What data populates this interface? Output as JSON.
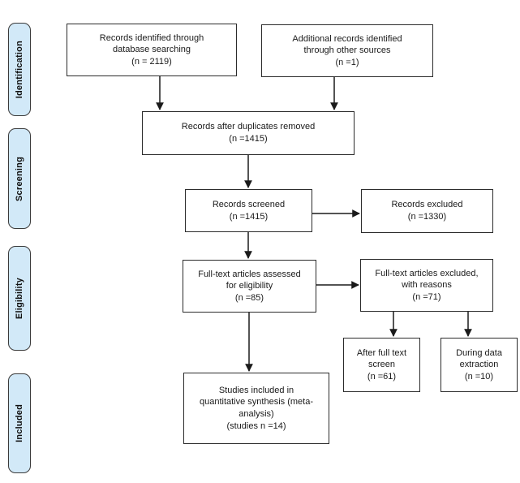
{
  "diagram": {
    "type": "prisma-flow",
    "colors": {
      "stage_fill": "#d2e9f8",
      "stage_border": "#3a3a3a",
      "box_border": "#2b2b2b",
      "text": "#1a1a1a",
      "arrow": "#1a1a1a",
      "background": "#ffffff"
    }
  },
  "sidebar": {
    "stages": [
      {
        "label": "Identification"
      },
      {
        "label": "Screening"
      },
      {
        "label": "Eligibility"
      },
      {
        "label": "Included"
      }
    ]
  },
  "boxes": {
    "database_search": {
      "text": "Records identified through\ndatabase searching\n(n = 2119)"
    },
    "other_sources": {
      "text": "Additional records identified\nthrough other sources\n(n =1)"
    },
    "duplicates_removed": {
      "text": "Records after duplicates removed\n(n =1415)"
    },
    "records_screened": {
      "text": "Records screened\n(n =1415)"
    },
    "records_excluded": {
      "text": "Records excluded\n(n =1330)"
    },
    "fulltext_assessed": {
      "text": "Full-text articles assessed\nfor eligibility\n(n =85)"
    },
    "fulltext_excluded": {
      "text": "Full-text articles excluded,\nwith reasons\n(n =71)"
    },
    "after_fulltext_screen": {
      "text": "After full text\nscreen\n(n =61)"
    },
    "during_data_extraction": {
      "text": "During data\nextraction\n(n =10)"
    },
    "studies_included": {
      "text": "Studies included in\nquantitative synthesis (meta-\nanalysis)\n(studies n =14)"
    }
  }
}
